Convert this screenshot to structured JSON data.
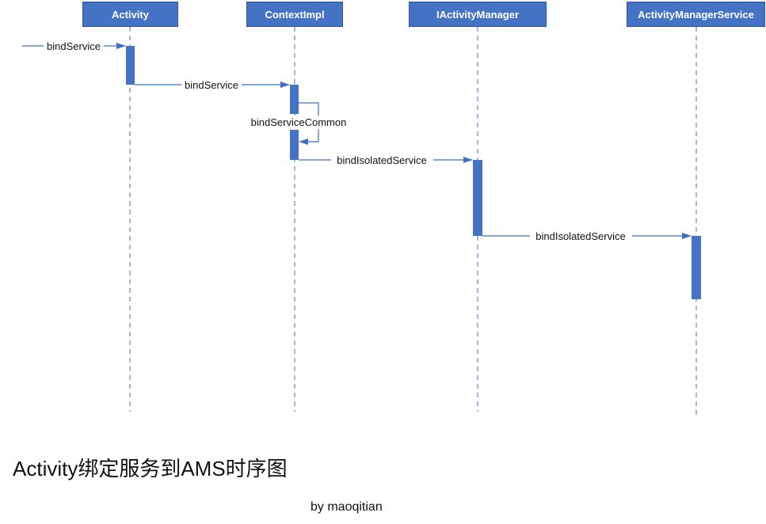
{
  "participants": [
    {
      "id": "activity",
      "label": "Activity"
    },
    {
      "id": "contextimpl",
      "label": "ContextImpl"
    },
    {
      "id": "iactivitymanager",
      "label": "IActivityManager"
    },
    {
      "id": "ams",
      "label": "ActivityManagerService"
    }
  ],
  "messages": [
    {
      "from": "external",
      "to": "activity",
      "label": "bindService"
    },
    {
      "from": "activity",
      "to": "contextimpl",
      "label": "bindService"
    },
    {
      "from": "contextimpl",
      "to": "contextimpl",
      "label": "bindServiceCommon"
    },
    {
      "from": "contextimpl",
      "to": "iactivitymanager",
      "label": "bindIsolatedService"
    },
    {
      "from": "iactivitymanager",
      "to": "ams",
      "label": "bindIsolatedService"
    }
  ],
  "title": "Activity绑定服务到AMS时序图",
  "author": "by  maoqitian",
  "colors": {
    "header_fill": "#4472c4",
    "header_border": "#2f5597",
    "lifeline": "#5b8bd6",
    "activation": "#4472c4",
    "message": "#3f6fc4"
  }
}
